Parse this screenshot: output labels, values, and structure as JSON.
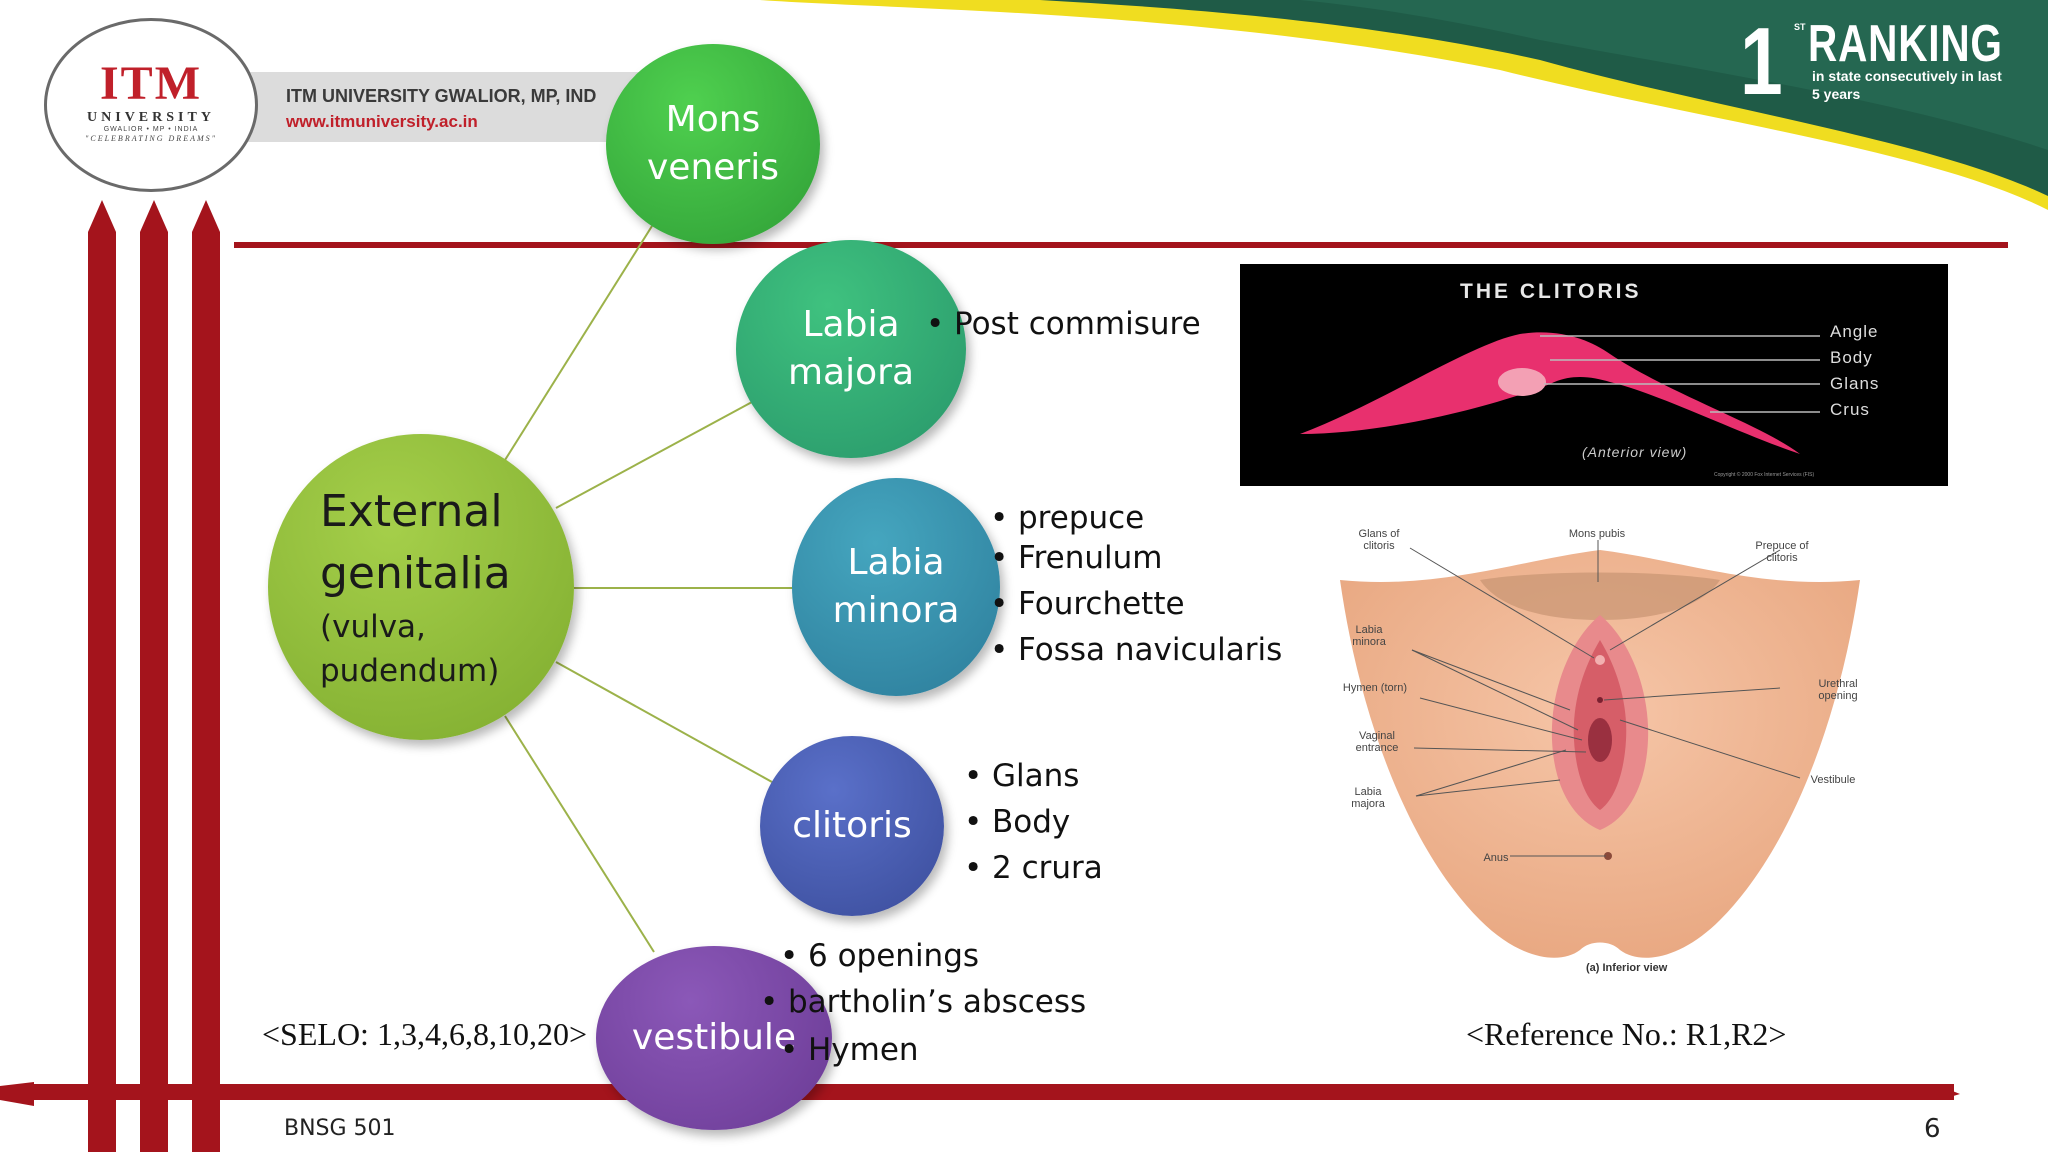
{
  "header": {
    "logo_itm": "ITM",
    "logo_university": "UNIVERSITY",
    "logo_location": "GWALIOR • MP • INDIA",
    "logo_tagline": "\"CELEBRATING DREAMS\"",
    "university_name": "ITM UNIVERSITY GWALIOR, MP, IND",
    "university_url": "www.itmuniversity.ac.in",
    "ranking_number": "1",
    "ranking_superscript": "ST",
    "ranking_word": "RANKING",
    "ranking_line1": "in state consecutively in last",
    "ranking_line2": "5 years"
  },
  "diagram": {
    "center": {
      "line1": "External",
      "line2": "genitalia",
      "line3": "(vulva,",
      "line4": "pudendum)"
    },
    "nodes": {
      "mons": {
        "line1": "Mons",
        "line2": "veneris"
      },
      "majora": {
        "line1": "Labia",
        "line2": "majora",
        "bullets": [
          "Post commisure"
        ]
      },
      "minora": {
        "line1": "Labia",
        "line2": "minora",
        "bullets": [
          "prepuce",
          "Frenulum",
          "Fourchette",
          "Fossa navicularis"
        ]
      },
      "clitoris": {
        "label": "clitoris",
        "bullets": [
          "Glans",
          "Body",
          "2 crura"
        ]
      },
      "vestibule": {
        "label": "vestibule",
        "bullets": [
          "6 openings",
          "bartholin’s abscess",
          "Hymen"
        ]
      }
    }
  },
  "image_clitoris": {
    "title": "THE CLITORIS",
    "labels": [
      "Angle",
      "Body",
      "Glans",
      "Crus"
    ],
    "view": "(Anterior view)",
    "copyright": "Copyright © 2000 Fox Internet Services (FIS)"
  },
  "image_vulva": {
    "labels": {
      "glans": "Glans of clitoris",
      "mons": "Mons pubis",
      "prepuce": "Prepuce of clitoris",
      "minora": "Labia minora",
      "hymen": "Hymen (torn)",
      "urethral": "Urethral opening",
      "vaginal": "Vaginal entrance",
      "vestibule": "Vestibule",
      "majora": "Labia majora",
      "anus": "Anus"
    },
    "caption": "(a) Inferior view"
  },
  "footer": {
    "selo": "<SELO: 1,3,4,6,8,10,20>",
    "reference": "<Reference No.: R1,R2>",
    "course": "BNSG 501",
    "page": "6"
  },
  "colors": {
    "brand_red": "#a4141c",
    "ranking_green": "#1e5a46",
    "ranking_yellow": "#f2e01e",
    "connector": "#9cb24a"
  }
}
